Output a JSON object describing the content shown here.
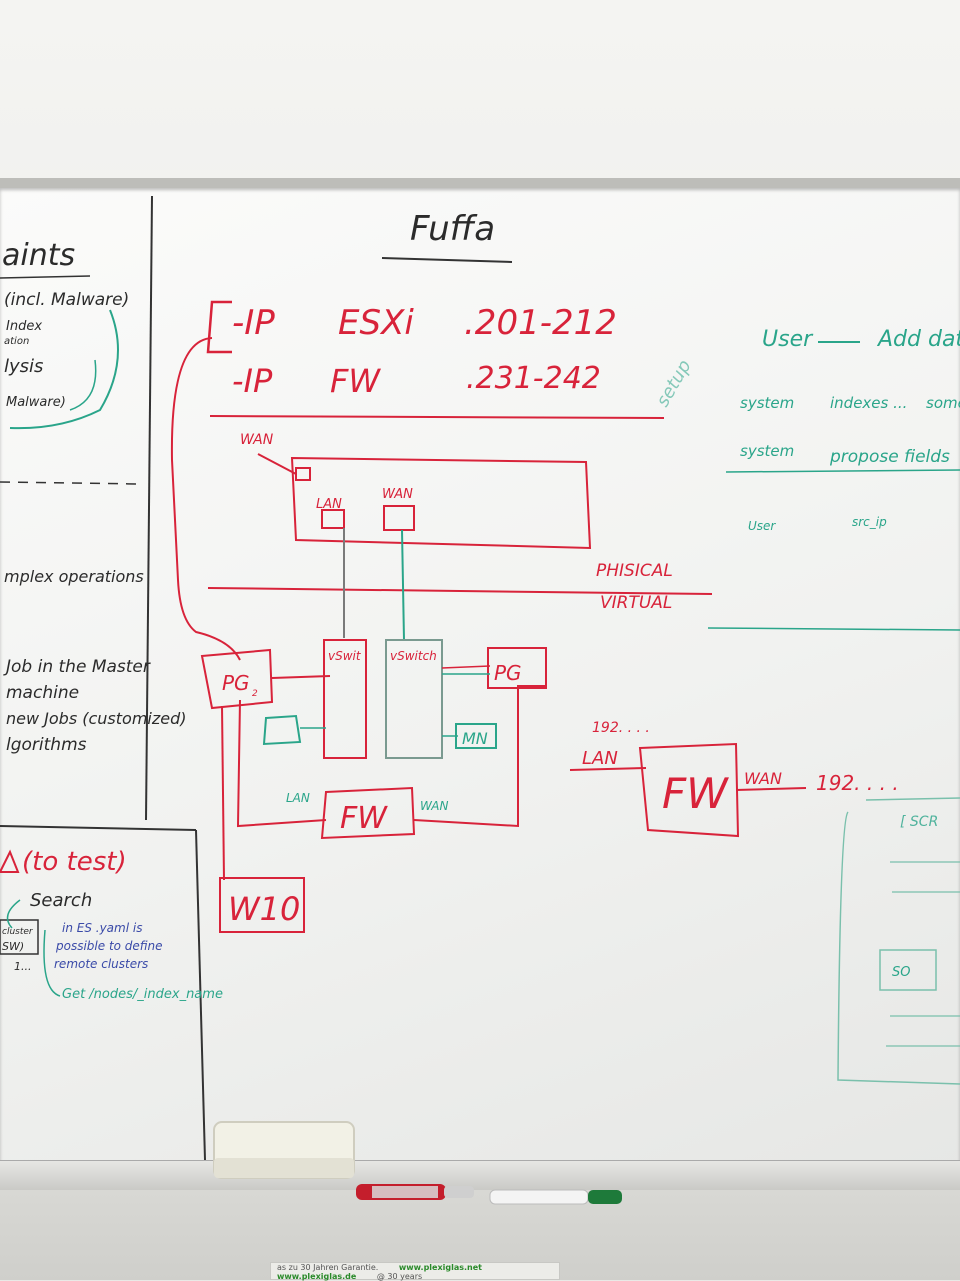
{
  "left_panel": {
    "title": "aints",
    "lines": [
      "(incl. Malware)",
      "Index",
      "ation",
      "lysis",
      "Malware)"
    ],
    "ops": "mplex operations",
    "jobs": [
      "Job  in the Master",
      "machine",
      "new Jobs (customized)",
      "lgorithms"
    ],
    "to_test": "(to test)",
    "search": "Search",
    "cluster": "cluster",
    "sw": "SW)",
    "notes": [
      "in ES .yaml is",
      "possible to define",
      "remote clusters"
    ],
    "get": "Get /nodes/_index_name",
    "dots": "1..."
  },
  "center": {
    "title": "Fuffa",
    "ip_esxi": [
      "-IP",
      "ESXi",
      ".201-212"
    ],
    "ip_fw": [
      "-IP",
      "FW",
      ".231-242"
    ],
    "setup": "setup",
    "wan_top": "WAN",
    "lan_port": "LAN",
    "wan_port": "WAN",
    "phisical": "PHISICAL",
    "virtual": "VIRTUAL",
    "pg_left": "PG",
    "pg_sub": "2",
    "vswitch1": "vSwit",
    "vswitch2": "vSwitch",
    "pg_right": "PG",
    "mn": "MN",
    "fw_lan": "LAN",
    "fw": "FW",
    "fw_wan": "WAN",
    "w10": "W10"
  },
  "right_fw": {
    "ip_top": "192. . . .",
    "lan": "LAN",
    "fw": "FW",
    "wan": "WAN",
    "ip_right": "192. . . ."
  },
  "right_panel": {
    "user_add": [
      "User",
      "Add data"
    ],
    "sys1": [
      "system",
      "indexes ...",
      "some"
    ],
    "sys2": [
      "system",
      "propose fields"
    ],
    "cols": [
      "User",
      "src_ip"
    ],
    "scr": "[ SCR",
    "box": "SO"
  },
  "tray": {
    "sticker": [
      "as zu 30 Jahren Garantie.",
      "www.plexiglas.net",
      "www.plexiglas.de",
      "@ 30 years"
    ]
  }
}
